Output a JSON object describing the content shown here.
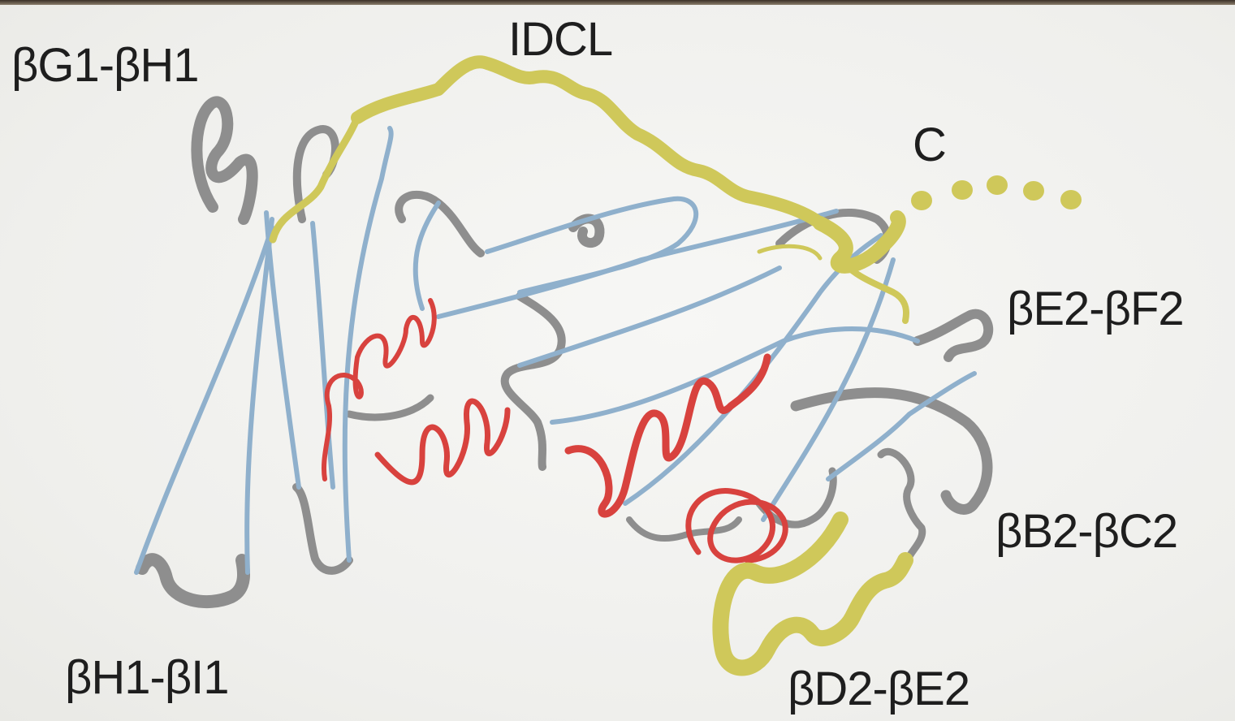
{
  "labels": {
    "bg1_bh1": "βG1-βH1",
    "idcl": "IDCL",
    "c_terminus": "C",
    "be2_bf2": "βE2-βF2",
    "bb2_bc2": "βB2-βC2",
    "bh1_bi1": "βH1-βI1",
    "bd2_be2": "βD2-βE2"
  },
  "colors": {
    "background": "#f0f0ed",
    "strand": "#8fb0cc",
    "loop": "#8e8e8e",
    "helix": "#d8423e",
    "idcl": "#cfc85a",
    "label_text": "#1e1e1e"
  }
}
